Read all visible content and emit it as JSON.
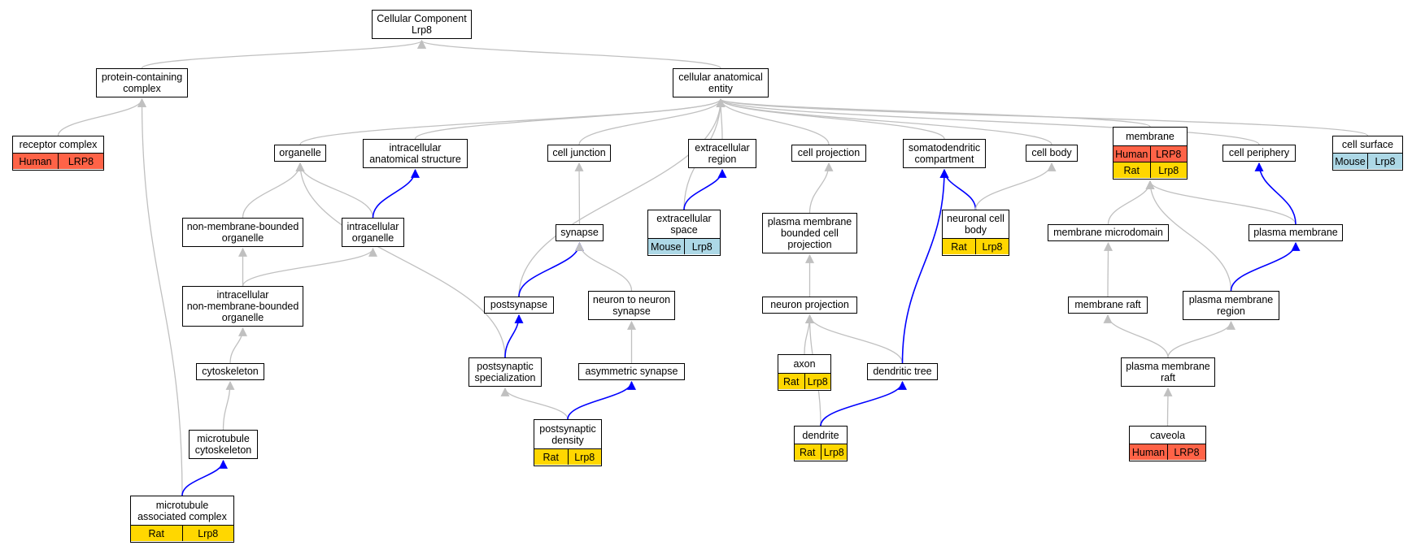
{
  "colors": {
    "edge_is_a": "#c0c0c0",
    "edge_part_of": "#0000ff",
    "Human": "#ff6347",
    "Rat": "#ffd700",
    "Mouse": "#add8e6"
  },
  "nodes": {
    "root": {
      "label": "Cellular Component\nLrp8"
    },
    "cae": {
      "label": "cellular anatomical\nentity"
    },
    "pcc": {
      "label": "protein-containing\ncomplex"
    },
    "rc": {
      "label": "receptor complex",
      "species": [
        {
          "species": "Human",
          "gene": "LRP8"
        }
      ]
    },
    "org": {
      "label": "organelle"
    },
    "ias": {
      "label": "intracellular\nanatomical structure"
    },
    "cj": {
      "label": "cell junction"
    },
    "er": {
      "label": "extracellular\nregion"
    },
    "cp": {
      "label": "cell projection"
    },
    "sdc": {
      "label": "somatodendritic\ncompartment"
    },
    "cb": {
      "label": "cell body"
    },
    "mem": {
      "label": "membrane",
      "species": [
        {
          "species": "Human",
          "gene": "LRP8"
        },
        {
          "species": "Rat",
          "gene": "Lrp8"
        }
      ]
    },
    "cper": {
      "label": "cell periphery"
    },
    "cs": {
      "label": "cell surface",
      "species": [
        {
          "species": "Mouse",
          "gene": "Lrp8"
        }
      ]
    },
    "nmbo": {
      "label": "non-membrane-bounded\norganelle"
    },
    "io": {
      "label": "intracellular\norganelle"
    },
    "syn": {
      "label": "synapse"
    },
    "es": {
      "label": "extracellular\nspace",
      "species": [
        {
          "species": "Mouse",
          "gene": "Lrp8"
        }
      ]
    },
    "pmbcp": {
      "label": "plasma membrane\nbounded cell\nprojection"
    },
    "ncb": {
      "label": "neuronal cell\nbody",
      "species": [
        {
          "species": "Rat",
          "gene": "Lrp8"
        }
      ]
    },
    "mmd": {
      "label": "membrane microdomain"
    },
    "pm": {
      "label": "plasma membrane"
    },
    "inmbo": {
      "label": "intracellular\nnon-membrane-bounded\norganelle"
    },
    "psyn": {
      "label": "postsynapse"
    },
    "n2n": {
      "label": "neuron to neuron\nsynapse"
    },
    "np": {
      "label": "neuron projection"
    },
    "mr": {
      "label": "membrane raft"
    },
    "pmr": {
      "label": "plasma membrane\nregion"
    },
    "cyto": {
      "label": "cytoskeleton"
    },
    "pss": {
      "label": "postsynaptic\nspecialization"
    },
    "asyn": {
      "label": "asymmetric synapse"
    },
    "axon": {
      "label": "axon",
      "species": [
        {
          "species": "Rat",
          "gene": "Lrp8"
        }
      ]
    },
    "dt": {
      "label": "dendritic tree"
    },
    "pmraft": {
      "label": "plasma membrane\nraft"
    },
    "mtc": {
      "label": "microtubule\ncytoskeleton"
    },
    "psd": {
      "label": "postsynaptic\ndensity",
      "species": [
        {
          "species": "Rat",
          "gene": "Lrp8"
        }
      ]
    },
    "den": {
      "label": "dendrite",
      "species": [
        {
          "species": "Rat",
          "gene": "Lrp8"
        }
      ]
    },
    "cav": {
      "label": "caveola",
      "species": [
        {
          "species": "Human",
          "gene": "LRP8"
        }
      ]
    },
    "mac": {
      "label": "microtubule\nassociated complex",
      "species": [
        {
          "species": "Rat",
          "gene": "Lrp8"
        }
      ]
    }
  },
  "edges": [
    {
      "from": "pcc",
      "to": "root",
      "type": "is_a"
    },
    {
      "from": "cae",
      "to": "root",
      "type": "is_a"
    },
    {
      "from": "rc",
      "to": "pcc",
      "type": "is_a"
    },
    {
      "from": "mac",
      "to": "pcc",
      "type": "is_a"
    },
    {
      "from": "org",
      "to": "cae",
      "type": "is_a"
    },
    {
      "from": "ias",
      "to": "cae",
      "type": "is_a"
    },
    {
      "from": "psyn",
      "to": "cae",
      "type": "is_a"
    },
    {
      "from": "cj",
      "to": "cae",
      "type": "is_a"
    },
    {
      "from": "es",
      "to": "cae",
      "type": "is_a"
    },
    {
      "from": "er",
      "to": "cae",
      "type": "is_a"
    },
    {
      "from": "cp",
      "to": "cae",
      "type": "is_a"
    },
    {
      "from": "sdc",
      "to": "cae",
      "type": "is_a"
    },
    {
      "from": "cb",
      "to": "cae",
      "type": "is_a"
    },
    {
      "from": "mem",
      "to": "cae",
      "type": "is_a"
    },
    {
      "from": "cper",
      "to": "cae",
      "type": "is_a"
    },
    {
      "from": "cs",
      "to": "cae",
      "type": "is_a"
    },
    {
      "from": "nmbo",
      "to": "org",
      "type": "is_a"
    },
    {
      "from": "io",
      "to": "org",
      "type": "is_a"
    },
    {
      "from": "pss",
      "to": "org",
      "type": "is_a"
    },
    {
      "from": "io",
      "to": "ias",
      "type": "part_of"
    },
    {
      "from": "inmbo",
      "to": "nmbo",
      "type": "is_a"
    },
    {
      "from": "inmbo",
      "to": "io",
      "type": "is_a"
    },
    {
      "from": "cyto",
      "to": "inmbo",
      "type": "is_a"
    },
    {
      "from": "mtc",
      "to": "cyto",
      "type": "is_a"
    },
    {
      "from": "mac",
      "to": "mtc",
      "type": "part_of"
    },
    {
      "from": "syn",
      "to": "cj",
      "type": "is_a"
    },
    {
      "from": "psyn",
      "to": "syn",
      "type": "part_of"
    },
    {
      "from": "n2n",
      "to": "syn",
      "type": "is_a"
    },
    {
      "from": "pss",
      "to": "psyn",
      "type": "part_of"
    },
    {
      "from": "asyn",
      "to": "n2n",
      "type": "is_a"
    },
    {
      "from": "psd",
      "to": "pss",
      "type": "is_a"
    },
    {
      "from": "psd",
      "to": "asyn",
      "type": "part_of"
    },
    {
      "from": "es",
      "to": "er",
      "type": "part_of"
    },
    {
      "from": "pmbcp",
      "to": "cp",
      "type": "is_a"
    },
    {
      "from": "np",
      "to": "pmbcp",
      "type": "is_a"
    },
    {
      "from": "axon",
      "to": "np",
      "type": "is_a"
    },
    {
      "from": "dt",
      "to": "np",
      "type": "is_a"
    },
    {
      "from": "den",
      "to": "np",
      "type": "is_a"
    },
    {
      "from": "den",
      "to": "dt",
      "type": "part_of"
    },
    {
      "from": "dt",
      "to": "sdc",
      "type": "part_of"
    },
    {
      "from": "ncb",
      "to": "sdc",
      "type": "part_of"
    },
    {
      "from": "ncb",
      "to": "cb",
      "type": "is_a"
    },
    {
      "from": "mmd",
      "to": "mem",
      "type": "is_a"
    },
    {
      "from": "pm",
      "to": "mem",
      "type": "is_a"
    },
    {
      "from": "pmr",
      "to": "mem",
      "type": "is_a"
    },
    {
      "from": "pm",
      "to": "cper",
      "type": "part_of"
    },
    {
      "from": "pmr",
      "to": "pm",
      "type": "part_of"
    },
    {
      "from": "mr",
      "to": "mmd",
      "type": "is_a"
    },
    {
      "from": "pmraft",
      "to": "mr",
      "type": "is_a"
    },
    {
      "from": "pmraft",
      "to": "pmr",
      "type": "is_a"
    },
    {
      "from": "cav",
      "to": "pmraft",
      "type": "is_a"
    }
  ]
}
